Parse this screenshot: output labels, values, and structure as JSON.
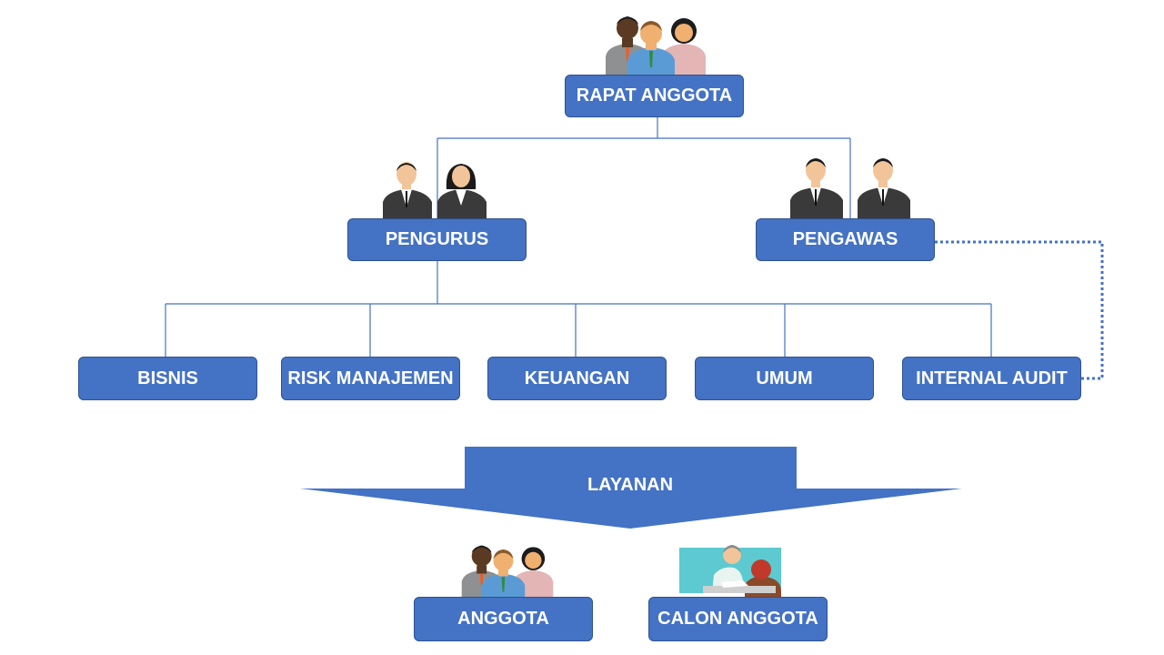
{
  "nodes": {
    "rapat_anggota": "RAPAT ANGGOTA",
    "pengurus": "PENGURUS",
    "pengawas": "PENGAWAS",
    "bisnis": "BISNIS",
    "risk_manajemen": "RISK MANAJEMEN",
    "keuangan": "KEUANGAN",
    "umum": "UMUM",
    "internal_audit": "INTERNAL AUDIT",
    "layanan": "LAYANAN",
    "anggota": "ANGGOTA",
    "calon_anggota": "CALON ANGGOTA"
  },
  "colors": {
    "box_fill": "#4472c4",
    "box_border": "#2f528f",
    "line": "#4472c4",
    "text": "#ffffff"
  }
}
